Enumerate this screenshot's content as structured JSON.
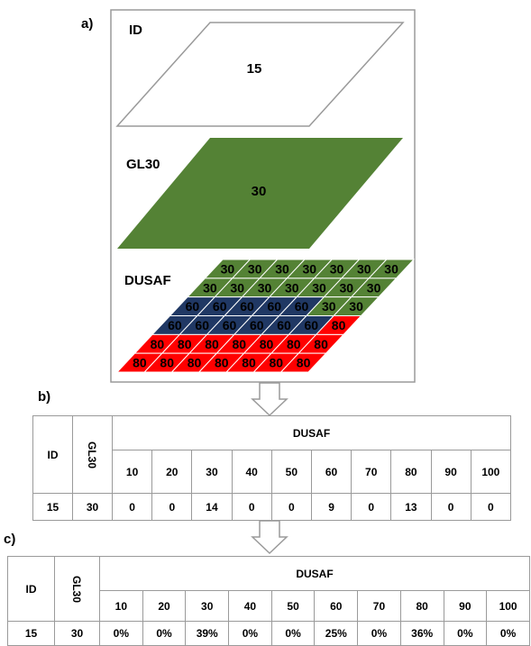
{
  "panels": {
    "a": "a)",
    "b": "b)",
    "c": "c)"
  },
  "layers": {
    "id": {
      "label": "ID",
      "value": "15"
    },
    "gl30": {
      "label": "GL30",
      "value": "30",
      "color": "#548235"
    },
    "dusaf": {
      "label": "DUSAF",
      "rows": [
        [
          "30",
          "30",
          "30",
          "30",
          "30",
          "30",
          "30"
        ],
        [
          "30",
          "30",
          "30",
          "30",
          "30",
          "30",
          "30"
        ],
        [
          "60",
          "60",
          "60",
          "60",
          "60",
          "30",
          "30"
        ],
        [
          "60",
          "60",
          "60",
          "60",
          "60",
          "60",
          "80"
        ],
        [
          "80",
          "80",
          "80",
          "80",
          "80",
          "80",
          "80"
        ],
        [
          "80",
          "80",
          "80",
          "80",
          "80",
          "80",
          "80"
        ]
      ],
      "colors": {
        "30": "#548235",
        "60": "#203864",
        "80": "#ff0000"
      }
    }
  },
  "table_b": {
    "id_header": "ID",
    "gl30_header": "GL30",
    "group_header": "DUSAF",
    "classes": [
      "10",
      "20",
      "30",
      "40",
      "50",
      "60",
      "70",
      "80",
      "90",
      "100"
    ],
    "row": {
      "id": "15",
      "gl30": "30",
      "values": [
        "0",
        "0",
        "14",
        "0",
        "0",
        "9",
        "0",
        "13",
        "0",
        "0"
      ]
    }
  },
  "table_c": {
    "id_header": "ID",
    "gl30_header": "GL30",
    "group_header": "DUSAF",
    "classes": [
      "10",
      "20",
      "30",
      "40",
      "50",
      "60",
      "70",
      "80",
      "90",
      "100"
    ],
    "row": {
      "id": "15",
      "gl30": "30",
      "values": [
        "0%",
        "0%",
        "39%",
        "0%",
        "0%",
        "25%",
        "0%",
        "36%",
        "0%",
        "0%"
      ]
    }
  }
}
